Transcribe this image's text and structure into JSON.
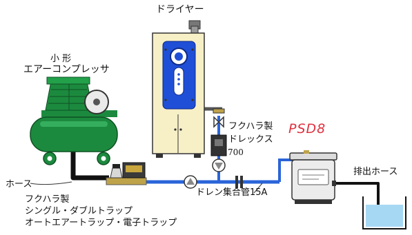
{
  "labels": {
    "dryer": "ドライヤー",
    "compressor_small": "小 形",
    "compressor": "エアーコンプレッサ",
    "dlex_maker": "フクハラ製",
    "dlex": "ドレックス",
    "dlex_model": "700",
    "psd": "PSD8",
    "exhaust_hose": "排出ホース",
    "hose": "ホース",
    "drain_pipe": "ドレン集合管15A",
    "trap_maker": "フクハラ製",
    "trap_line1": "シングル・ダブルトラップ",
    "trap_line2": "オートエアートラップ・電子トラップ"
  },
  "colors": {
    "pipe": "#2a64d8",
    "compressor": "#1c8a3e",
    "dryer_body": "#f7efc6",
    "dryer_panel": "#1f4fd6",
    "water": "#a6d8f4",
    "psd_text": "#e0303e"
  }
}
